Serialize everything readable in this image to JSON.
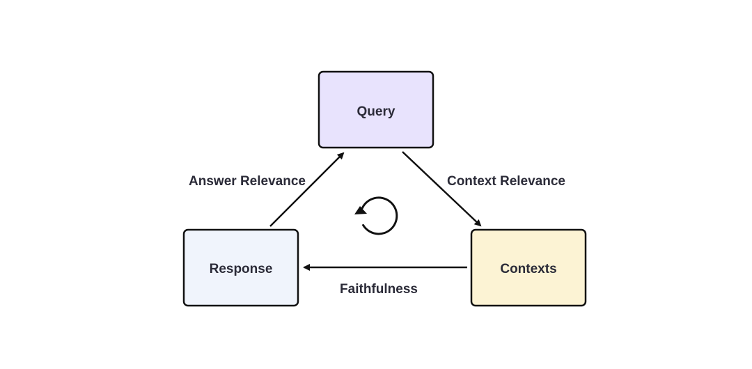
{
  "nodes": {
    "query": {
      "label": "Query",
      "fill": "#e8e3fd"
    },
    "response": {
      "label": "Response",
      "fill": "#f0f4fc"
    },
    "contexts": {
      "label": "Contexts",
      "fill": "#fcf3d4"
    }
  },
  "edges": {
    "answer_relevance": {
      "label": "Answer Relevance",
      "from": "response",
      "to": "query"
    },
    "context_relevance": {
      "label": "Context Relevance",
      "from": "query",
      "to": "contexts"
    },
    "faithfulness": {
      "label": "Faithfulness",
      "from": "contexts",
      "to": "response"
    }
  },
  "center_icon": "cycle-arrow-icon",
  "colors": {
    "stroke": "#111111",
    "text": "#2b2b38"
  }
}
